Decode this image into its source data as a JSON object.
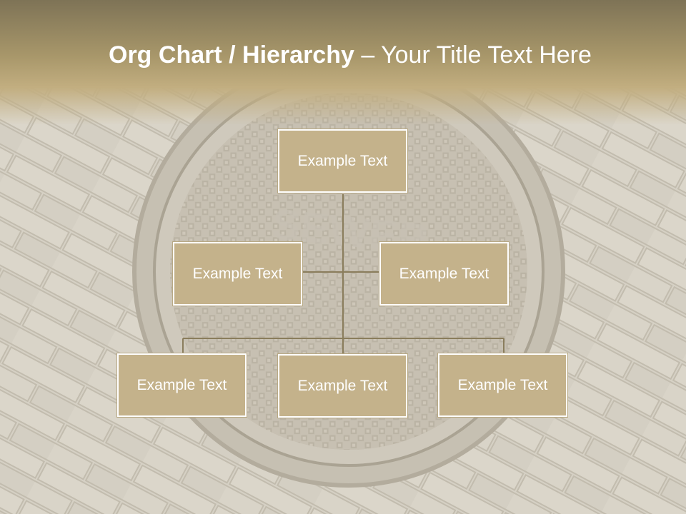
{
  "title": {
    "bold": "Org Chart / Hierarchy",
    "dash": " – ",
    "rest": "Your Title Text Here"
  },
  "nodes": {
    "root": "Example Text",
    "assistant_left": "Example Text",
    "assistant_right": "Example Text",
    "child_1": "Example Text",
    "child_2": "Example Text",
    "child_3": "Example Text"
  },
  "colors": {
    "header": "#7e7356",
    "box_fill": "#c4b28b",
    "connector": "#8a7d5c",
    "background": "#d7d2c6"
  }
}
